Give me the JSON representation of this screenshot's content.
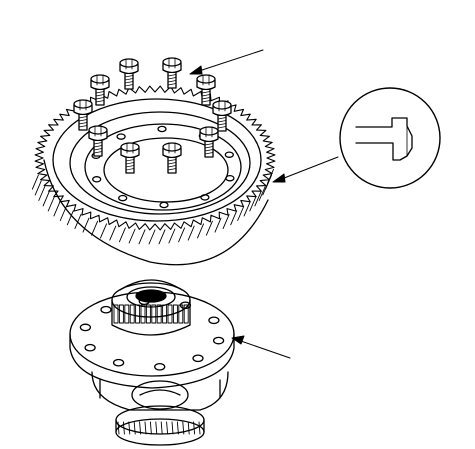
{
  "figure": {
    "parts": [
      "ring-gear",
      "mounting-bolts",
      "differential-carrier",
      "ring-gear-profile-detail"
    ],
    "colors": {
      "line": "#000000",
      "paper": "#ffffff"
    }
  }
}
